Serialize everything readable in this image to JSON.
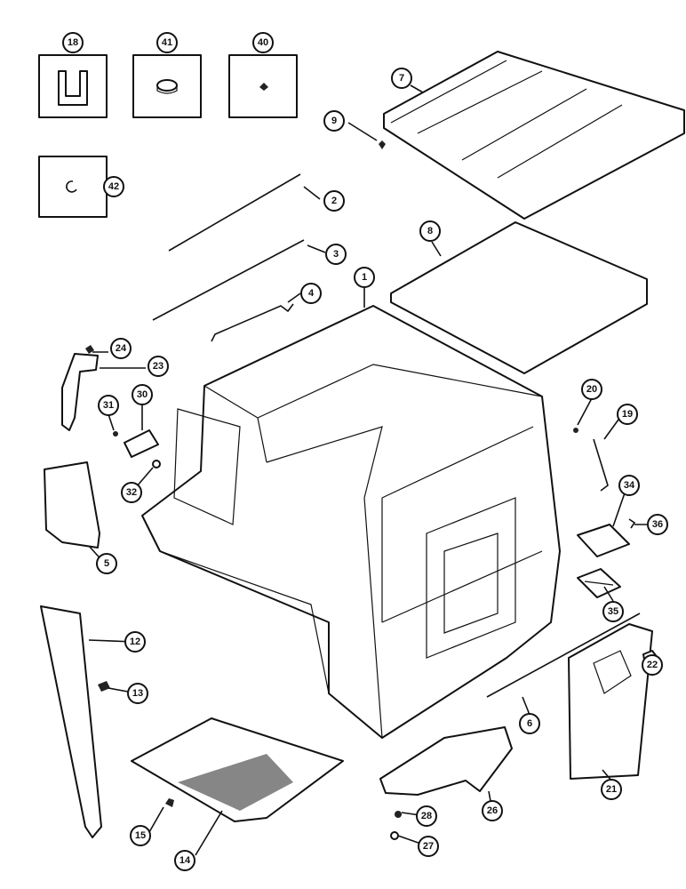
{
  "callouts": [
    {
      "label": "18"
    },
    {
      "label": "41"
    },
    {
      "label": "40"
    },
    {
      "label": "42"
    },
    {
      "label": "7"
    },
    {
      "label": "9"
    },
    {
      "label": "2"
    },
    {
      "label": "3"
    },
    {
      "label": "8"
    },
    {
      "label": "1"
    },
    {
      "label": "4"
    },
    {
      "label": "24"
    },
    {
      "label": "23"
    },
    {
      "label": "30"
    },
    {
      "label": "31"
    },
    {
      "label": "32"
    },
    {
      "label": "20"
    },
    {
      "label": "19"
    },
    {
      "label": "34"
    },
    {
      "label": "36"
    },
    {
      "label": "5"
    },
    {
      "label": "35"
    },
    {
      "label": "12"
    },
    {
      "label": "22"
    },
    {
      "label": "13"
    },
    {
      "label": "6"
    },
    {
      "label": "21"
    },
    {
      "label": "28"
    },
    {
      "label": "26"
    },
    {
      "label": "27"
    },
    {
      "label": "15"
    },
    {
      "label": "14"
    }
  ]
}
